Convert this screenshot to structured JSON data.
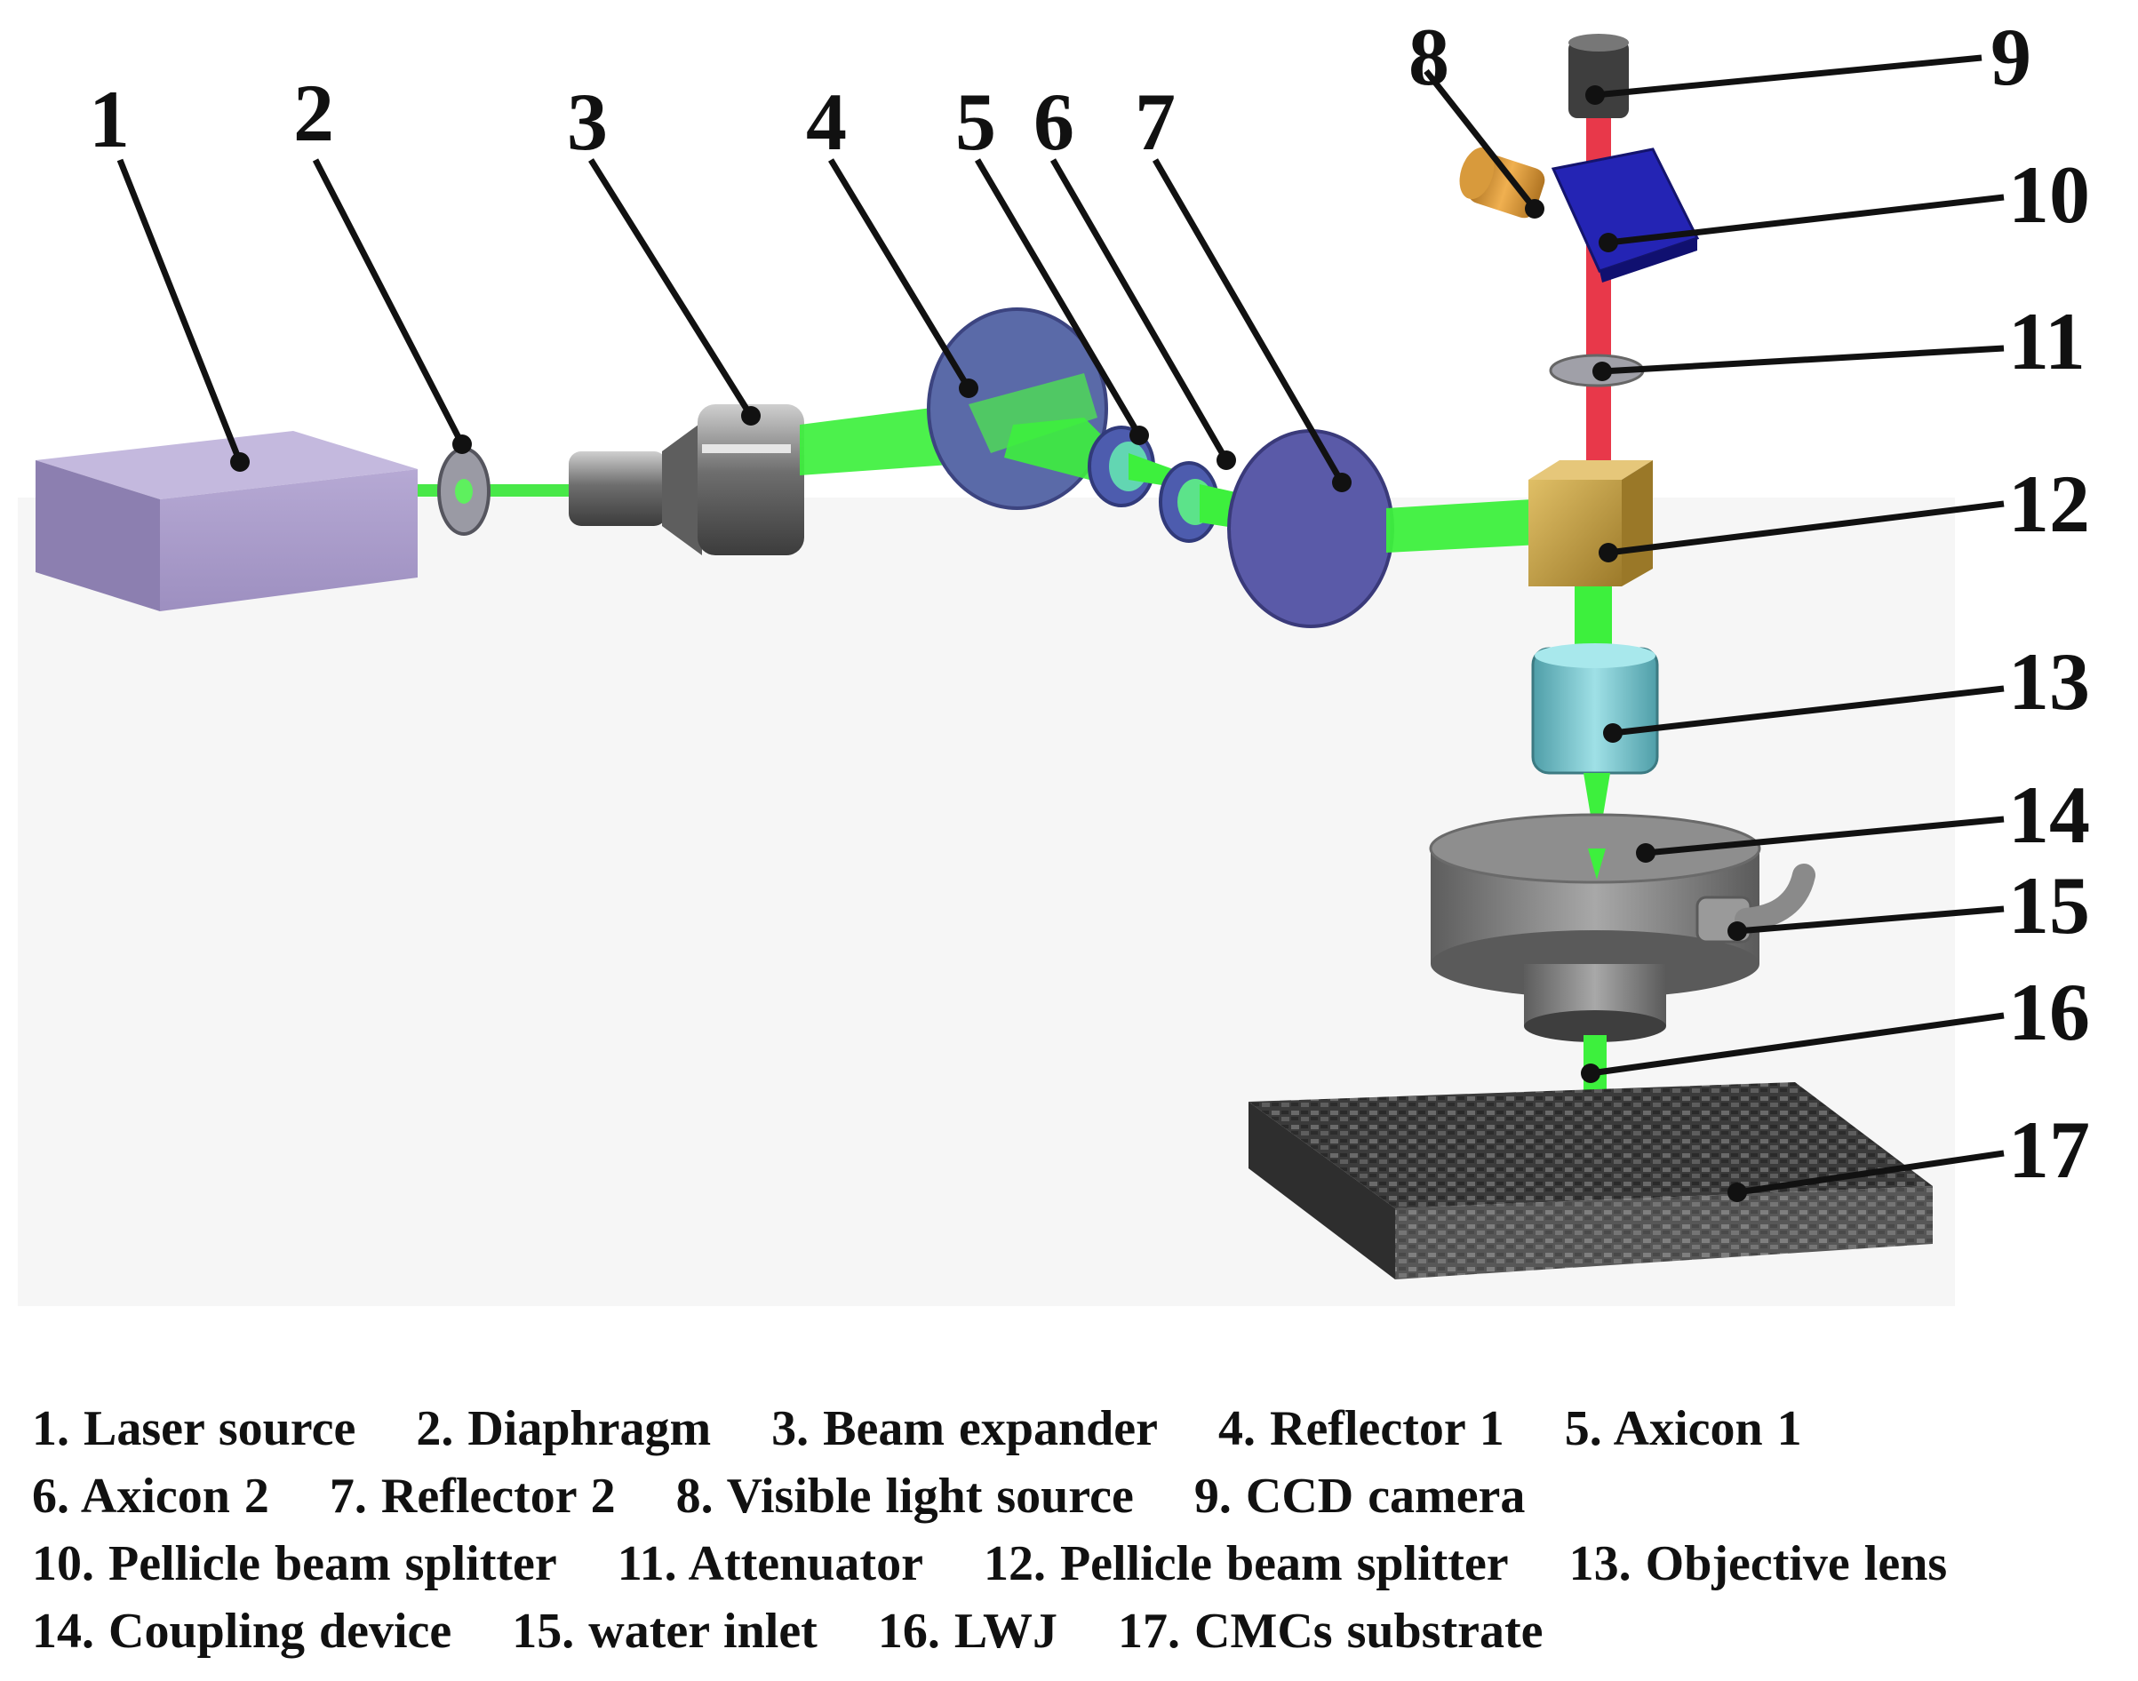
{
  "callout_numbers": [
    "1",
    "2",
    "3",
    "4",
    "5",
    "6",
    "7",
    "8",
    "9",
    "10",
    "11",
    "12",
    "13",
    "14",
    "15",
    "16",
    "17"
  ],
  "legend_items": [
    "1. Laser source",
    "2. Diaphragm",
    "3. Beam expander",
    "4. Reflector 1",
    "5. Axicon 1",
    "6. Axicon 2",
    "7. Reflector 2",
    "8. Visible light source",
    "9. CCD camera",
    "10. Pellicle beam splitter",
    "11. Attenuator",
    "12. Pellicle beam splitter",
    "13. Objective lens",
    "14. Coupling device",
    "15. water inlet",
    "16. LWJ",
    "17. CMCs substrate"
  ],
  "colors": {
    "laser_green": "#3df03d",
    "visible_red": "#e8384a",
    "laser_source_box": "#a99bc8",
    "reflector_blue": "#5a5fa8",
    "beam_splitter_cube": "#c8a040",
    "pellicle_splitter": "#2020b0",
    "objective_lens": "#6ab8c0",
    "coupling_device": "#7a7a7a",
    "substrate": "#3a3a3a"
  }
}
